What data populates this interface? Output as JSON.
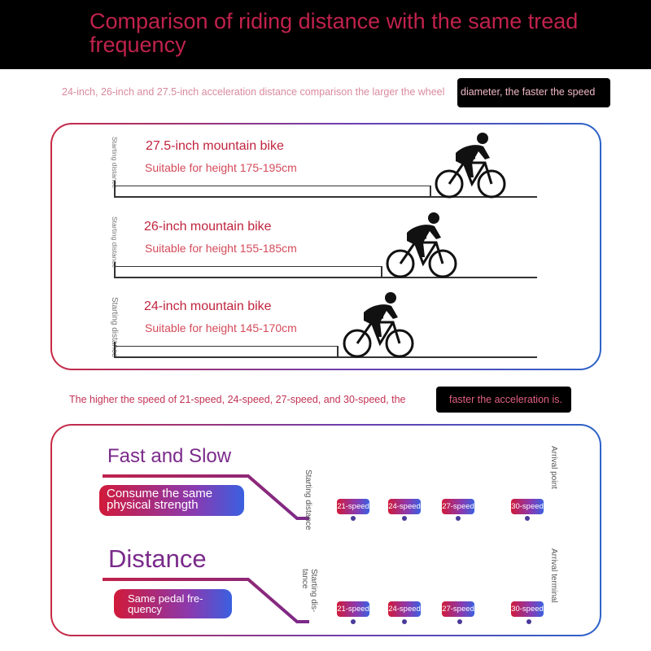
{
  "header": {
    "title": "Comparison of riding distance with the same tread frequency"
  },
  "notes": {
    "wheel_note_light": "24-inch, 26-inch and 27.5-inch acceleration distance comparison the larger the wheel",
    "wheel_note_dark": "diameter, the faster the speed",
    "speed_note_light": "The higher the speed of 21-speed, 24-speed, 27-speed, and 30-speed, the",
    "speed_note_dark": "faster the acceleration is."
  },
  "bikes": [
    {
      "title": "27.5-inch mountain bike",
      "subtitle": "Suitable for height 175-195cm",
      "start_label": "Starting distance"
    },
    {
      "title": "26-inch mountain bike",
      "subtitle": "Suitable for height 155-185cm",
      "start_label": "Starting distance"
    },
    {
      "title": "24-inch mountain bike",
      "subtitle": "Suitable for height 145-170cm",
      "start_label": "Starting distance"
    }
  ],
  "comparison": {
    "fast_slow": {
      "title": "Fast and Slow",
      "pill": "Consume the same physical strength",
      "start_label": "Starting distance",
      "end_label": "Arrival point",
      "speeds": [
        "21-speed",
        "24-speed",
        "27-speed",
        "30-speed"
      ]
    },
    "distance": {
      "title": "Distance",
      "pill": "Same pedal fre- quency",
      "start_label": "Starting dis- tance",
      "end_label": "Arrival terminal",
      "speeds": [
        "21-speed",
        "24-speed",
        "27-speed",
        "30-speed"
      ]
    }
  },
  "colors": {
    "accent_red": "#c0224c",
    "accent_purple": "#7a2a8a",
    "accent_blue": "#2d63c8"
  }
}
